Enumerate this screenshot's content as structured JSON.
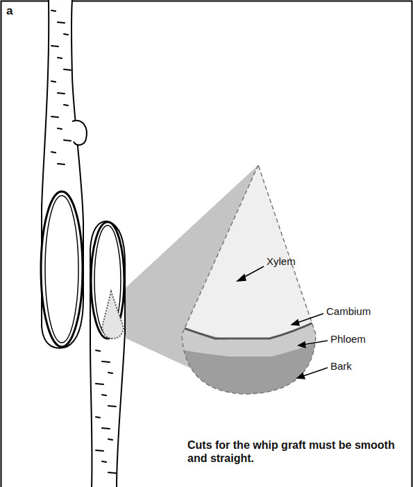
{
  "diagram": {
    "labels": [
      "a",
      "Xylem",
      "Cambium",
      "Phloem",
      "Bark",
      "Cuts for the whip graft must be smooth and straight."
    ]
  }
}
